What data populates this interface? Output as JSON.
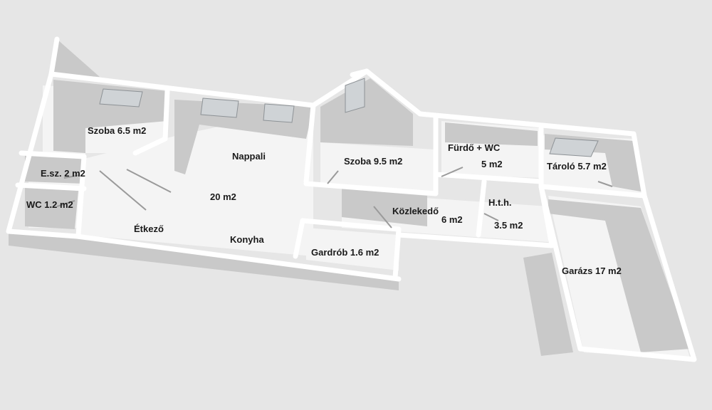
{
  "rooms": {
    "szoba1": "Szoba 6.5 m2",
    "esz": "E.sz. 2 m2",
    "wc": "WC 1.2 m2",
    "nappali": "Nappali",
    "area20": "20 m2",
    "etkezo": "Étkező",
    "konyha": "Konyha",
    "szoba2": "Szoba 9.5 m2",
    "furdo": "Fürdő + WC",
    "furdo_area": "5 m2",
    "tarolo": "Tároló 5.7 m2",
    "kozlekedo": "Közlekedő",
    "kozlekedo_area": "6 m2",
    "hth": "H.t.h.",
    "hth_area": "3.5 m2",
    "gardrob": "Gardrób 1.6 m2",
    "garazs": "Garázs 17 m2"
  }
}
